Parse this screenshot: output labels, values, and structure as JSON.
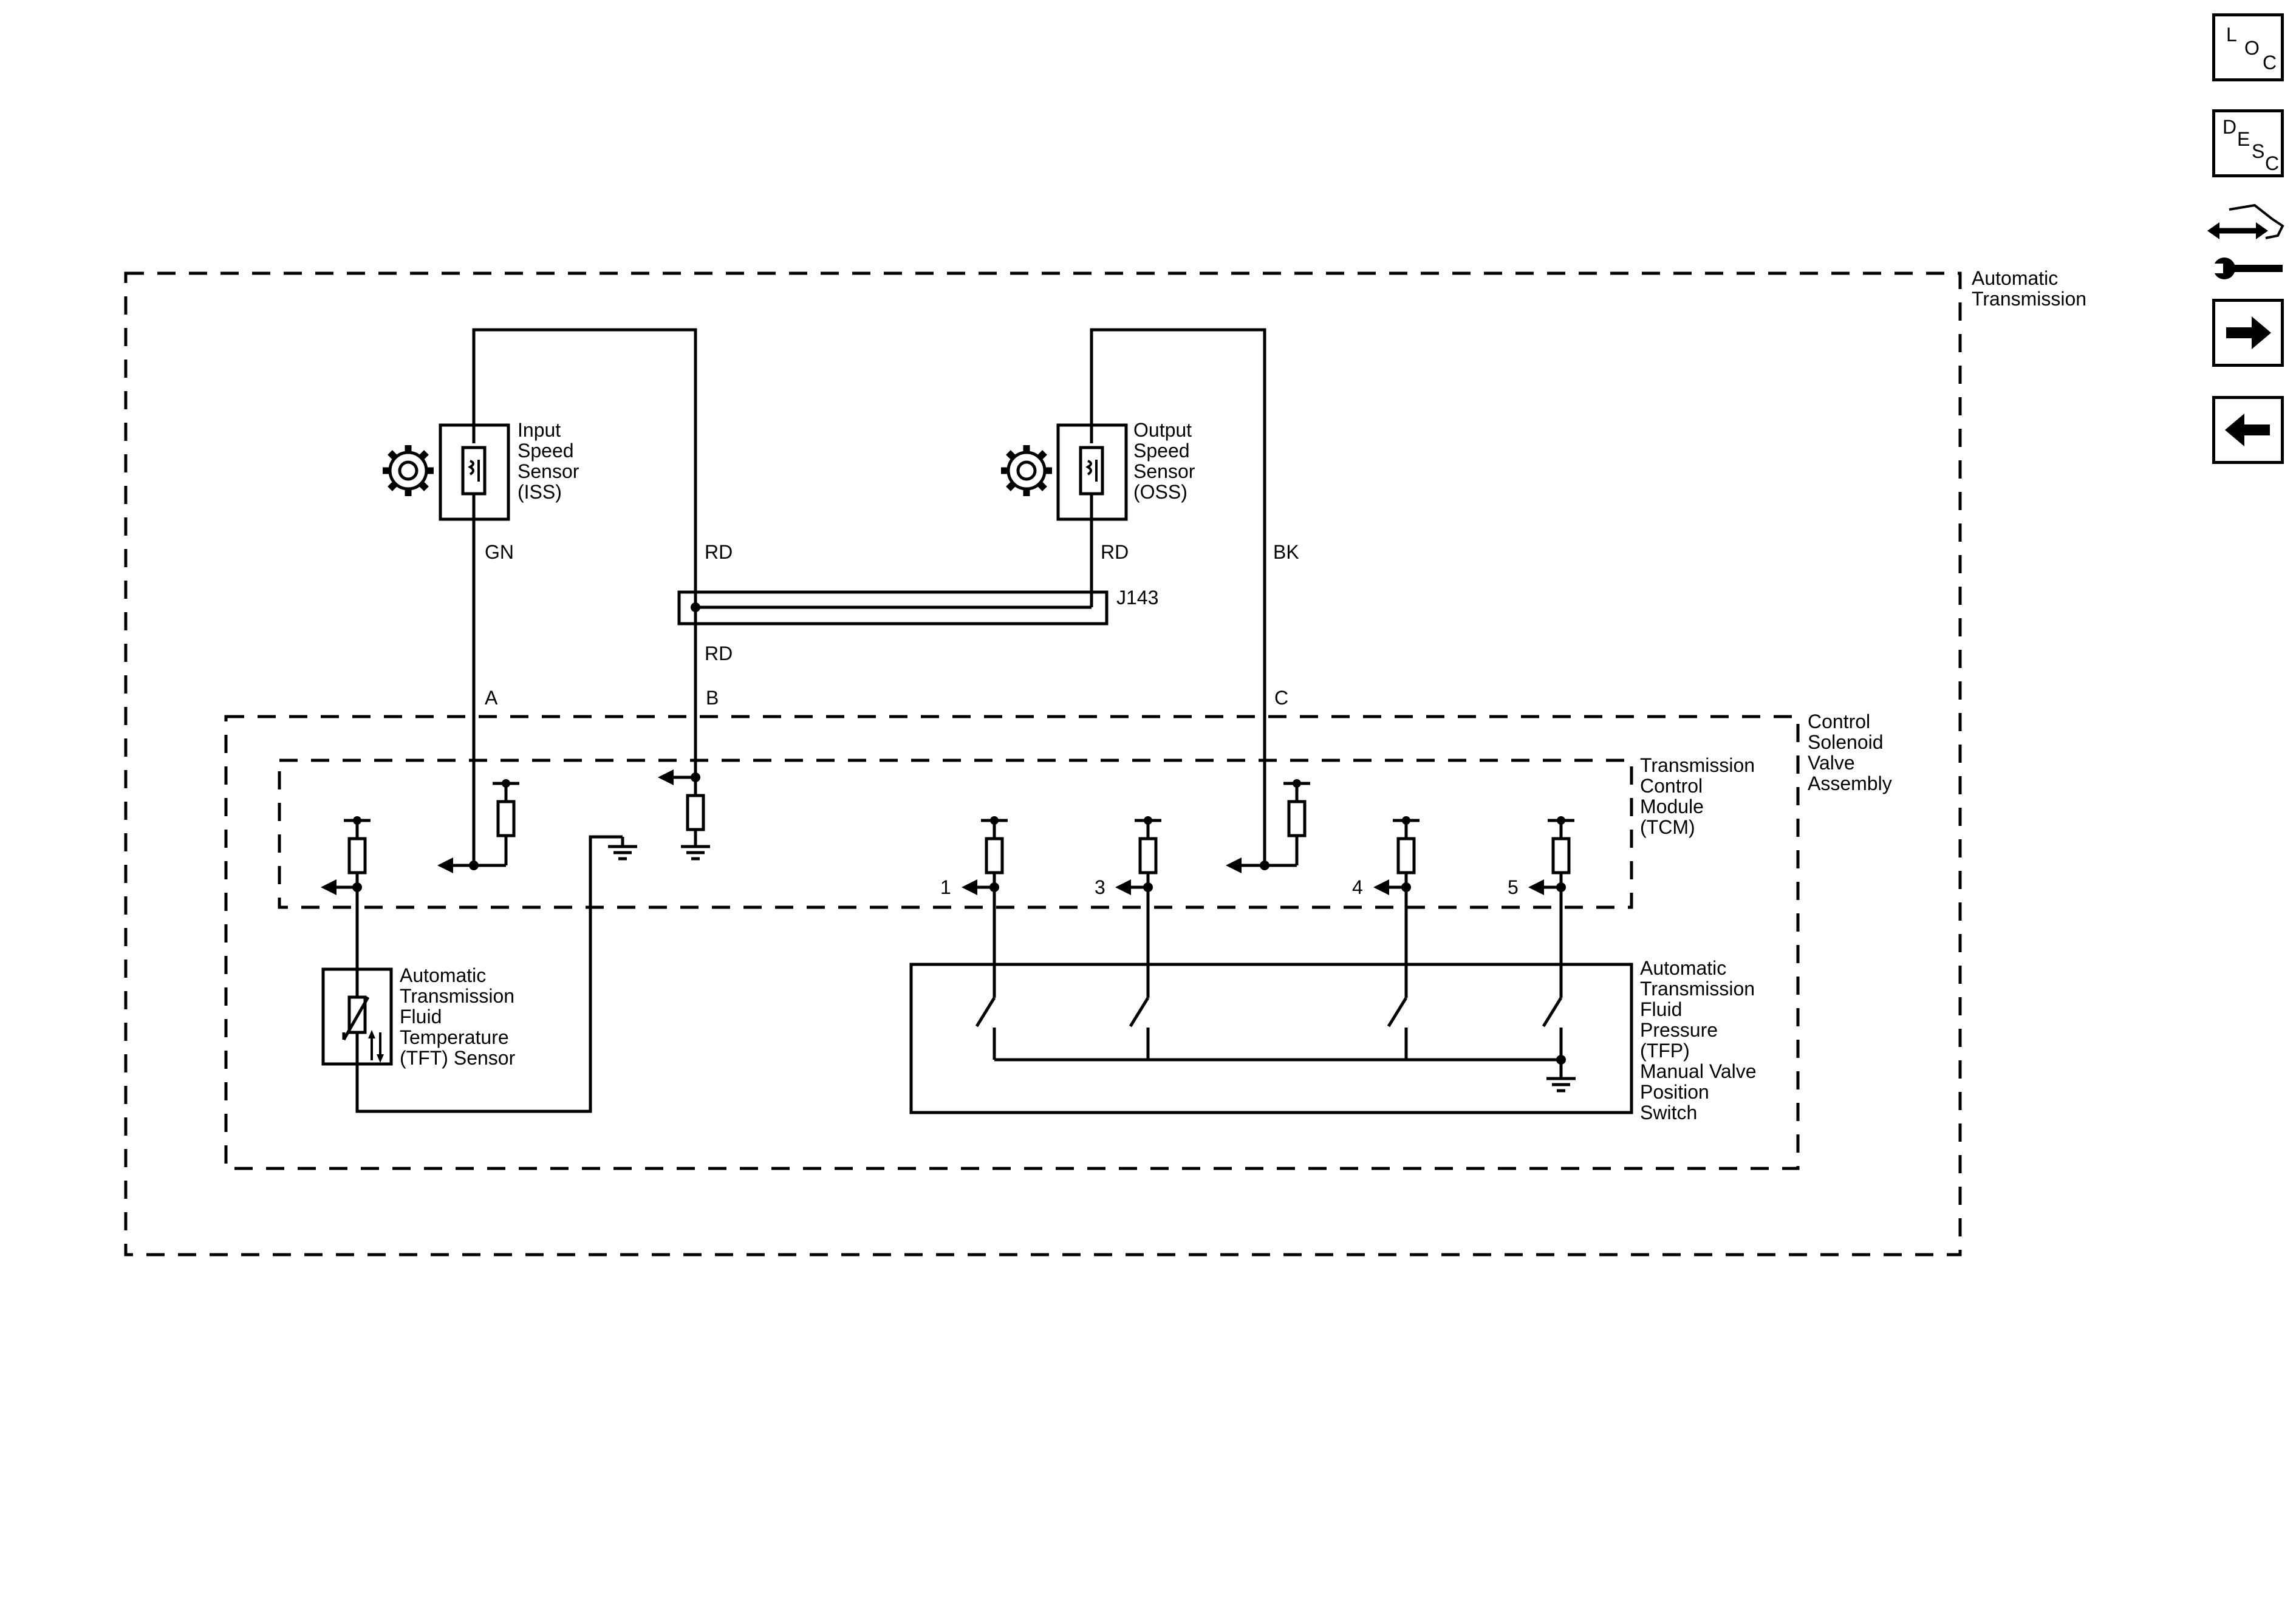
{
  "labels": {
    "automatic_transmission": [
      "Automatic",
      "Transmission"
    ],
    "control_solenoid": [
      "Control",
      "Solenoid",
      "Valve",
      "Assembly"
    ],
    "tcm": [
      "Transmission",
      "Control",
      "Module",
      "(TCM)"
    ],
    "iss": [
      "Input",
      "Speed",
      "Sensor",
      "(ISS)"
    ],
    "oss": [
      "Output",
      "Speed",
      "Sensor",
      "(OSS)"
    ],
    "tft": [
      "Automatic",
      "Transmission",
      "Fluid",
      "Temperature",
      "(TFT) Sensor"
    ],
    "tfp": [
      "Automatic",
      "Transmission",
      "Fluid",
      "Pressure",
      "(TFP)",
      "Manual Valve",
      "Position",
      "Switch"
    ]
  },
  "wires": {
    "gn": "GN",
    "rd_iss": "RD",
    "rd_oss": "RD",
    "bk": "BK",
    "rd_below": "RD"
  },
  "connector": {
    "name": "J143"
  },
  "pins": {
    "a": "A",
    "b": "B",
    "c": "C"
  },
  "switch_pins": {
    "p1": "1",
    "p3": "3",
    "p4": "4",
    "p5": "5"
  },
  "nav": {
    "loc": {
      "l": "L",
      "o": "O",
      "c": "C"
    },
    "desc": {
      "d": "D",
      "e": "E",
      "s": "S",
      "c": "C"
    }
  }
}
